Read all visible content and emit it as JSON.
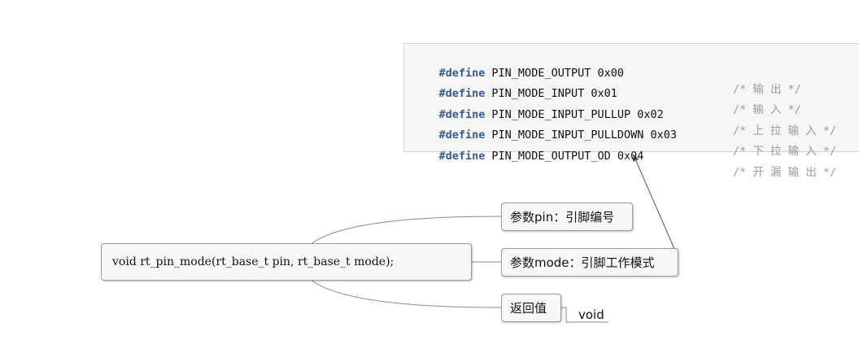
{
  "code": {
    "lines": [
      {
        "keyword": "#define",
        "name": "PIN_MODE_OUTPUT 0x00",
        "comment": "/* 输 出 */"
      },
      {
        "keyword": "#define",
        "name": "PIN_MODE_INPUT 0x01",
        "comment": "/* 输 入 */"
      },
      {
        "keyword": "#define",
        "name": "PIN_MODE_INPUT_PULLUP 0x02",
        "comment": "/* 上 拉 输 入 */"
      },
      {
        "keyword": "#define",
        "name": "PIN_MODE_INPUT_PULLDOWN 0x03",
        "comment": "/* 下 拉 输 入 */"
      },
      {
        "keyword": "#define",
        "name": "PIN_MODE_OUTPUT_OD 0x04",
        "comment": "/* 开 漏 输 出 */"
      }
    ]
  },
  "mindmap": {
    "root": "void rt_pin_mode(rt_base_t pin, rt_base_t mode);",
    "branches": [
      {
        "label": "参数pin：引脚编号"
      },
      {
        "label": "参数mode：引脚工作模式"
      },
      {
        "label": "返回值",
        "leaf": "void"
      }
    ]
  },
  "colors": {
    "keyword": "#3a5a8c",
    "comment": "#9a9a9a",
    "node_border": "#9a9a9a",
    "node_fill": "#f7f7f7",
    "code_bg": "#f6f6f6"
  }
}
